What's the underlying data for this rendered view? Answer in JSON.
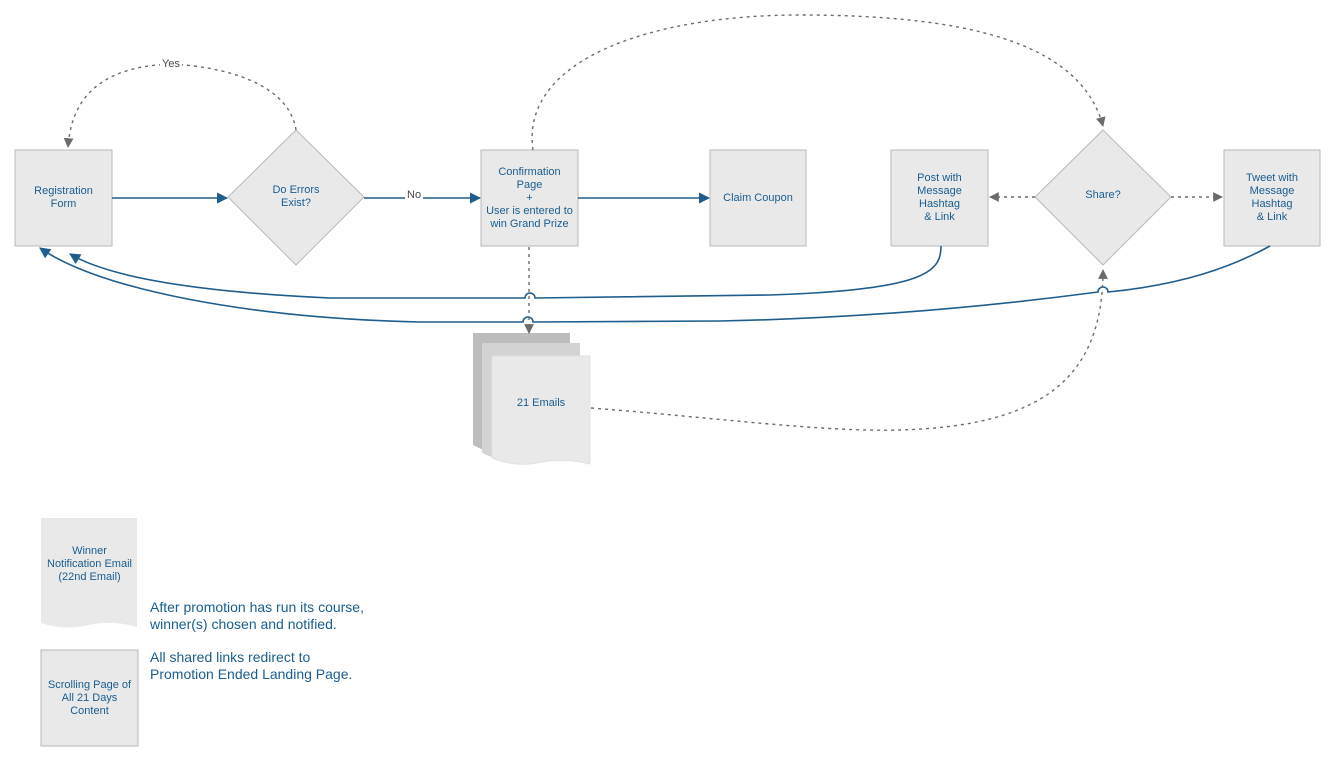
{
  "colors": {
    "node_fill": "#e9e9e9",
    "node_stroke": "#b9b9b9",
    "text": "#1a5d8f",
    "solid_edge": "#1f5d8c",
    "dashed_edge": "#6b6b6b"
  },
  "nodes": {
    "registration": "Registration\nForm",
    "errors": "Do Errors\nExist?",
    "confirmation": "Confirmation\nPage\n+\nUser is entered to\nwin Grand Prize",
    "claim": "Claim Coupon",
    "post": "Post with\nMessage\nHashtag\n& Link",
    "share": "Share?",
    "tweet": "Tweet with\nMessage\nHashtag\n& Link",
    "emails": "21 Emails",
    "winner": "Winner\nNotification Email\n(22nd Email)",
    "scrolling": "Scrolling Page of\nAll 21 Days\nContent"
  },
  "edge_labels": {
    "yes": "Yes",
    "no": "No"
  },
  "notes": {
    "winner": "After promotion has run its course,\nwinner(s) chosen and notified.",
    "scrolling": "All shared links redirect to\nPromotion Ended Landing Page."
  }
}
